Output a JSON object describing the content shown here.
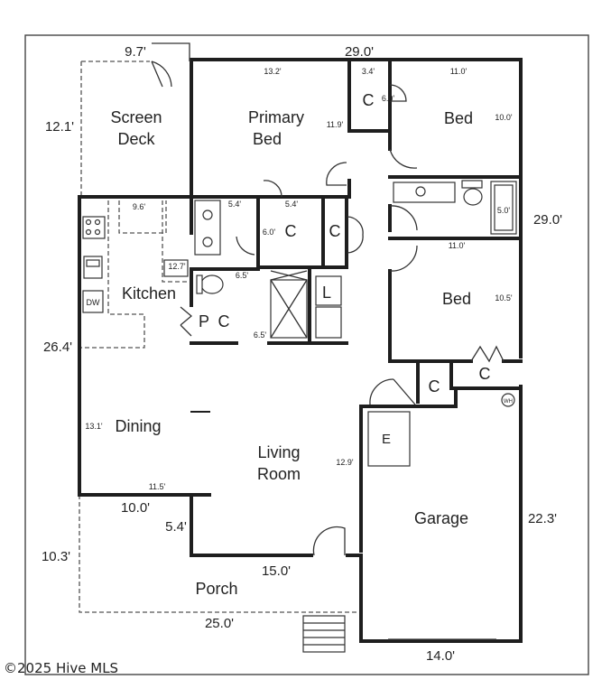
{
  "rooms": {
    "screen_deck": [
      "Screen",
      "Deck"
    ],
    "primary_bed": [
      "Primary",
      "Bed"
    ],
    "bed_top": "Bed",
    "bed_mid": "Bed",
    "kitchen": "Kitchen",
    "dining": "Dining",
    "living_room": [
      "Living",
      "Room"
    ],
    "garage": "Garage",
    "porch": "Porch"
  },
  "closets": {
    "closet_primary_top": "C",
    "closet_primary_mid": "C",
    "closet_primary_right": "C",
    "pantry": "P",
    "closet_kitchen": "C",
    "laundry": "L",
    "closet_hall": "C",
    "closet_bed": "C",
    "closet_garage": "E"
  },
  "fixtures": {
    "dishwasher": "DW",
    "water_heater": "WH"
  },
  "dimensions_large": {
    "deck_width": "9.7'",
    "overall_top": "29.0'",
    "deck_depth": "12.1'",
    "right_upper": "29.0'",
    "left_overall": "26.4'",
    "dining_bottom": "10.0'",
    "step": "5.4'",
    "porch_side": "10.3'",
    "porch_inner": "15.0'",
    "porch_bottom": "25.0'",
    "garage_side": "22.3'",
    "garage_bottom": "14.0'"
  },
  "dimensions_small": {
    "primary_width": "13.2'",
    "closet_width": "3.4'",
    "bed_top_width": "11.0'",
    "closet_depth": "6.0'",
    "bed_top_depth": "10.0'",
    "primary_depth": "11.9'",
    "kitchen_width": "9.6'",
    "bath_width": "5.4'",
    "walkin_width": "5.4'",
    "walkin_depth": "6.0'",
    "bath_tub": "5.0'",
    "bed_mid_width": "11.0'",
    "kitchen_depth": "12.7'",
    "half_bath": "6.5'",
    "bed_mid_depth": "10.5'",
    "utility": "6.5'",
    "dining_depth": "13.1'",
    "living_depth": "12.9'",
    "dining_width": "11.5'"
  },
  "copyright": "©2025 Hive MLS",
  "colors": {
    "wall": "#1e1e1e",
    "background": "#ffffff"
  }
}
